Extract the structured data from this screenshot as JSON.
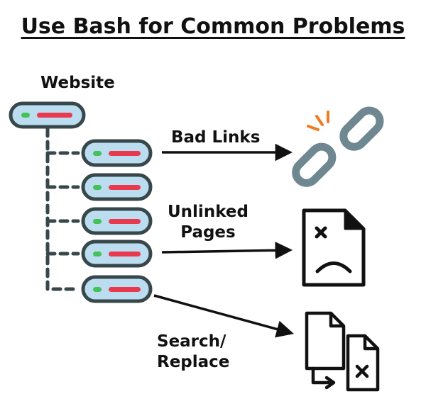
{
  "title": "Use Bash for Common Problems",
  "website_label": "Website",
  "labels": {
    "bad_links": "Bad Links",
    "unlinked_line1": "Unlinked",
    "unlinked_line2": "Pages",
    "search_line1": "Search/",
    "search_line2": "Replace"
  },
  "page_count": 5,
  "colors": {
    "page_fill": "#bcdcf0",
    "page_stroke": "#37474a",
    "green_dot": "#45c15a",
    "red_bar": "#e8394f",
    "chain": "#6f8791",
    "spark": "#f07b22",
    "ink": "#111111"
  },
  "icons": [
    "broken-chain-icon",
    "sad-document-icon",
    "replace-documents-icon"
  ]
}
